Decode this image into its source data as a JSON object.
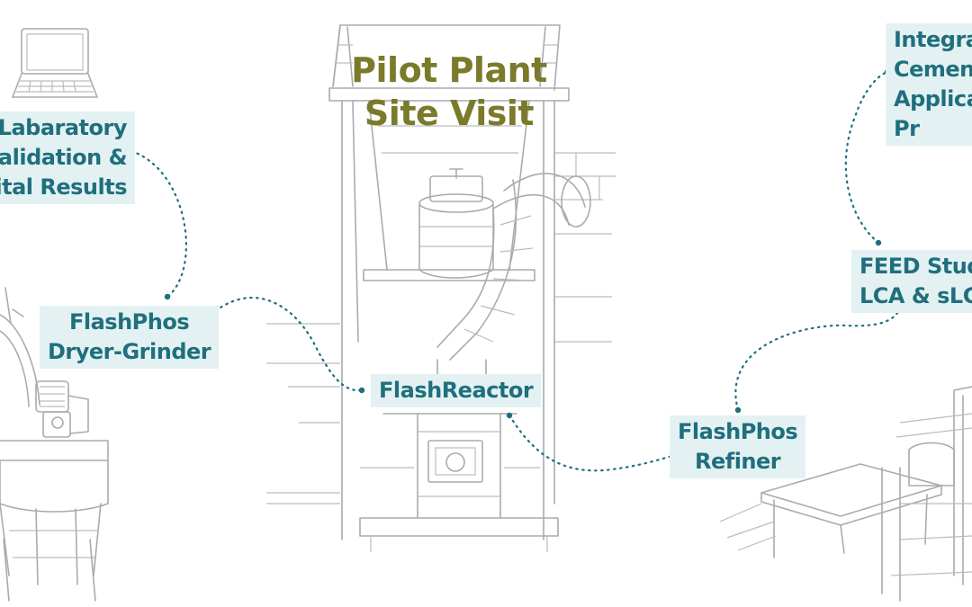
{
  "title": "Pilot Plant\nSite Visit",
  "colors": {
    "title": "#7a7a2a",
    "label_text": "#1f6f7d",
    "label_background": "#e3f1f2",
    "connector": "#1f6f7d",
    "sketch": "#a8acad"
  },
  "nodes": {
    "lab": "Labaratory\nValidation &\nigital Results",
    "dryer": "FlashPhos\nDryer-Grinder",
    "reactor": "FlashReactor",
    "refiner": "FlashPhos\nRefiner",
    "feed": "FEED Stud\nLCA & sLC",
    "cement": "Integra\nCemen\nApplica\nPr"
  },
  "connections": [
    [
      "lab",
      "dryer"
    ],
    [
      "dryer",
      "reactor"
    ],
    [
      "reactor",
      "refiner"
    ],
    [
      "refiner",
      "feed"
    ],
    [
      "feed",
      "cement"
    ]
  ],
  "icons": [
    "laptop-icon",
    "dryer-grinder-sketch",
    "reactor-tower-sketch",
    "refiner-sketch"
  ]
}
